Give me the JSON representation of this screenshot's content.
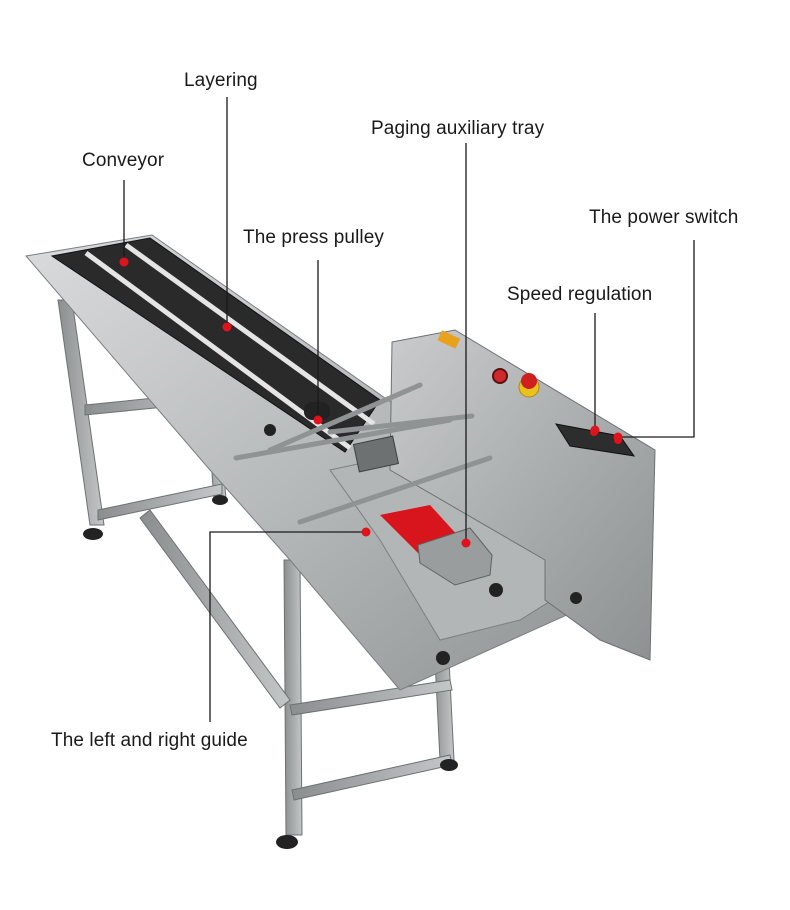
{
  "colors": {
    "background": "#ffffff",
    "marker": "#e0121b",
    "leader": "#1a1a1a",
    "steel": "#b9bcbd",
    "belt": "#2a2a2a"
  },
  "callouts": [
    {
      "id": "conveyor",
      "label": "Conveyor"
    },
    {
      "id": "layering",
      "label": "Layering"
    },
    {
      "id": "paging-tray",
      "label": "Paging auxiliary tray"
    },
    {
      "id": "press-pulley",
      "label": "The press pulley"
    },
    {
      "id": "power-switch",
      "label": "The power switch"
    },
    {
      "id": "speed-regulation",
      "label": "Speed regulation"
    },
    {
      "id": "guide",
      "label": "The left and right guide"
    }
  ]
}
